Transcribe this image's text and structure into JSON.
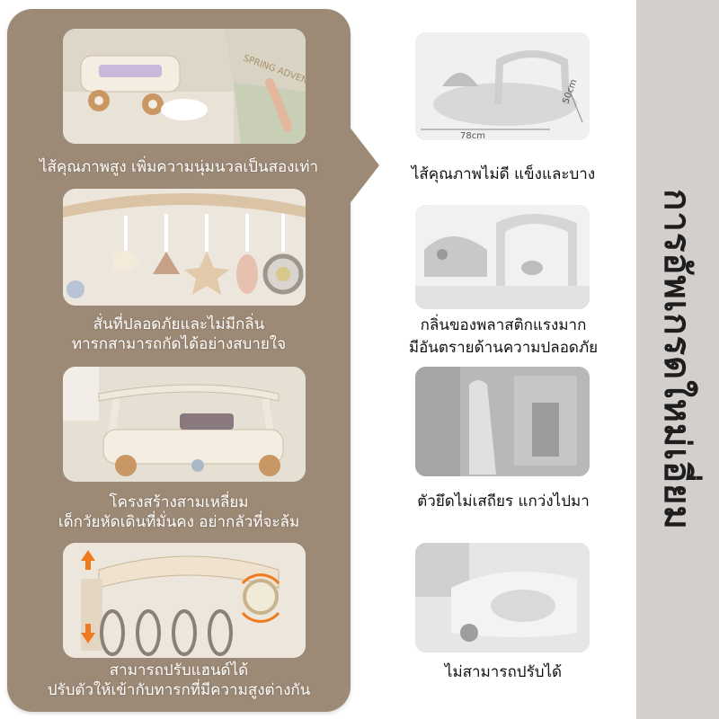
{
  "side_title": "การอัพเกรดใหม่เอี่ยม",
  "good_items": [
    {
      "caption_lines": [
        "ไส้คุณภาพสูง เพิ่มความนุ่มนวลเป็นสองเท่า"
      ],
      "photo_text": "SPRING ADVENTURE"
    },
    {
      "caption_lines": [
        "สั่นที่ปลอดภัยและไม่มีกลิ่น",
        "ทารกสามารถกัดได้อย่างสบายใจ"
      ]
    },
    {
      "caption_lines": [
        "โครงสร้างสามเหลี่ยม",
        "เด็กวัยหัดเดินที่มั่นคง อย่ากลัวที่จะล้ม"
      ]
    },
    {
      "caption_lines": [
        "สามารถปรับแฮนด์ได้",
        "ปรับตัวให้เข้ากับทารกที่มีความสูงต่างกัน"
      ]
    }
  ],
  "bad_items": [
    {
      "caption_lines": [
        "ไส้คุณภาพไม่ดี แข็งและบาง"
      ],
      "dim_width": "78cm",
      "dim_height": "50cm"
    },
    {
      "caption_lines": [
        "กลิ่นของพลาสติกแรงมาก",
        "มีอันตรายด้านความปลอดภัย"
      ]
    },
    {
      "caption_lines": [
        "ตัวยึดไม่เสถียร แกว่งไปมา"
      ]
    },
    {
      "caption_lines": [
        "ไม่สามารถปรับได้"
      ]
    }
  ],
  "colors": {
    "panel": "#9c8a76",
    "band": "#d3cfcc",
    "accent_arrow": "#f07a1e"
  }
}
